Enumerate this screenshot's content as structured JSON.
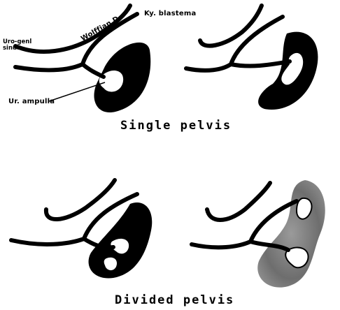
{
  "labels": {
    "wolffian_duct": "Wolffian D.",
    "kidney_blastema": "Ky. blastema",
    "urogenital_sinus": "Uro-genl sinus",
    "ureteric_ampulla": "Ur. ampulla"
  },
  "captions": {
    "single": "Single pelvis",
    "divided": "Divided pelvis"
  },
  "colors": {
    "ink": "#000000",
    "blastema_stippled": "#6e6e6e",
    "background": "#ffffff"
  }
}
